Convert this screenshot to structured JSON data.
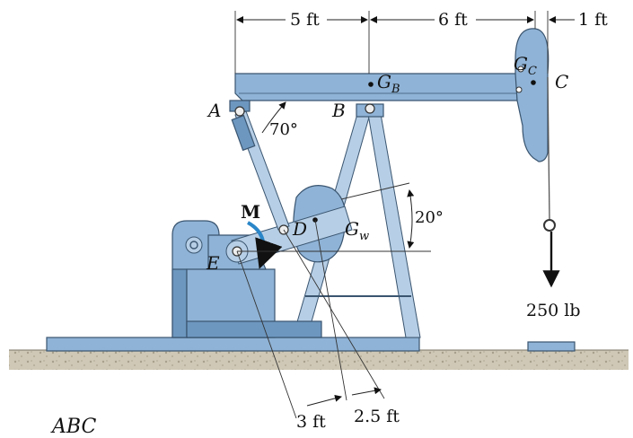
{
  "labels": {
    "A": "A",
    "B": "B",
    "C": "C",
    "D": "D",
    "E": "E",
    "G_B": "G",
    "G_B_sub": "B",
    "G_C": "G",
    "G_C_sub": "C",
    "G_w": "G",
    "G_w_sub": "w",
    "M": "M"
  },
  "dimensions": {
    "beam_left": "5 ft",
    "beam_right": "6 ft",
    "head_offset": "1 ft",
    "crank_a": "3 ft",
    "crank_b": "2.5 ft"
  },
  "angles": {
    "rod_angle": "70°",
    "crank_angle": "20°"
  },
  "load": {
    "label": "250 lb"
  },
  "caption": "ABC",
  "colors": {
    "steel": "#8fb3d6",
    "steel_dark": "#6d97bf",
    "ground": "#c9c2b1"
  }
}
